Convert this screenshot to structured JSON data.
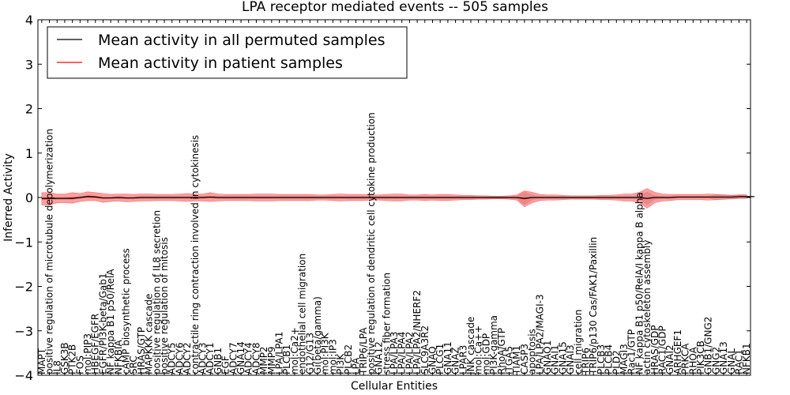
{
  "chart_data": {
    "type": "line",
    "title": "LPA receptor mediated events -- 505 samples",
    "xlabel": "Cellular Entities",
    "ylabel": "Inferred Activity",
    "ylim": [
      -4,
      4
    ],
    "yticks": [
      -4,
      -3,
      -2,
      -1,
      0,
      1,
      2,
      3,
      4
    ],
    "ytick_labels": [
      "−4",
      "−3",
      "−2",
      "−1",
      "0",
      "1",
      "2",
      "3",
      "4"
    ],
    "grid": false,
    "legend_position": "top-left",
    "categories": [
      "MAPT",
      "positive regulation of microtubule depolymerization",
      "IL8",
      "GSK3B",
      "PTK2B",
      "FOS",
      "mol:PIP3",
      "HBEGF/EGFR",
      "EGFR/PI3K-beta/Gab1",
      "NF kappa B1 p50/RelA",
      "NFKBIA",
      "cAMP biosynthetic process",
      "SRC",
      "HRAS/GTP",
      "MAPKKK cascade",
      "positive regulation of IL8 secretion",
      "positive regulation of mitosis",
      "ADCY5",
      "ADCY6",
      "ADCY2",
      "contractile ring contraction involved in cytokinesis",
      "ADCY3",
      "ADCY1",
      "GNB1",
      "EGF",
      "ADCY7",
      "GNA14",
      "ADCY4",
      "ADCY8",
      "MMP2",
      "MMP9",
      "LPA/LPA1",
      "PLCB1",
      "mol:Ca2+",
      "endothelial cell migration",
      "G12/G13",
      "Gi(beta/gamma)",
      "mol:PI3K",
      "mol:IP3",
      "PI3K",
      "PLCB2",
      "LPA",
      "TRIP6/LPA",
      "positive regulation of dendritic cell cytokine production",
      "GNA12",
      "stress fiber formation",
      "LPA/LPA3",
      "LPA/LPA4",
      "LPA/LPA2",
      "LPA/LPA2/NHERF2",
      "SLC9A3R2",
      "GNAQ",
      "PLCG1",
      "GNA11",
      "GNAZ",
      "LPAR3",
      "JNK cascade",
      "mol:Ca++",
      "mol:GDP",
      "PI3K-gamma",
      "RhoA/GTP",
      "ITGA5",
      "TIAM1",
      "CASP3",
      "apoptosis",
      "LPA/LPA2/MAGI-3",
      "GNAO1",
      "GNAI1",
      "GNA15",
      "GNAI3",
      "cell migration",
      "TRIP6",
      "TRIP6/p130 Cas/FAK1/Paxillin",
      "PLCB3",
      "PLCB4",
      "PLD2",
      "MAGI3",
      "Rac1/GTP",
      "NF kappa B1 p50/RelA/I kappa B alpha",
      "actin cytoskeleton assembly",
      "HRAS/GDP",
      "RAC1/GDP",
      "GNAI2",
      "ARHGEF1",
      "PRKCA",
      "RHOA",
      "PIK3CB",
      "GNB1/GNG2",
      "GNG2",
      "GNA13",
      "GNAL",
      "RAC1",
      "NFKB1"
    ],
    "series": [
      {
        "name": "Mean activity in all permuted samples",
        "color": "#000000",
        "values": [
          -0.02,
          -0.02,
          -0.02,
          -0.02,
          -0.02,
          0.0,
          0.02,
          0.01,
          -0.01,
          -0.01,
          0.0,
          -0.01,
          -0.01,
          0.0,
          0.0,
          0.0,
          0.0,
          0.0,
          0.0,
          0.0,
          0.0,
          0.0,
          0.01,
          0.0,
          0.0,
          0.0,
          0.0,
          0.0,
          0.0,
          0.0,
          0.0,
          0.0,
          0.0,
          0.0,
          0.0,
          0.0,
          0.0,
          0.0,
          0.0,
          0.0,
          0.0,
          0.0,
          0.0,
          0.0,
          0.0,
          0.0,
          0.0,
          0.0,
          0.0,
          0.0,
          0.0,
          0.0,
          0.0,
          0.0,
          0.0,
          0.0,
          0.0,
          0.0,
          0.0,
          0.0,
          0.0,
          0.0,
          0.0,
          -0.02,
          0.0,
          0.0,
          0.0,
          0.0,
          0.0,
          0.0,
          0.0,
          0.0,
          0.0,
          0.0,
          0.0,
          0.0,
          0.0,
          0.0,
          0.0,
          -0.02,
          0.0,
          0.0,
          0.0,
          0.01,
          0.01,
          0.01,
          0.01,
          0.01,
          0.01,
          0.01,
          0.01,
          0.02,
          0.02,
          0.02
        ]
      },
      {
        "name": "Mean activity in patient samples",
        "color": "#ff0000",
        "values": [
          -0.03,
          -0.03,
          -0.02,
          -0.02,
          -0.01,
          0.0,
          0.03,
          0.02,
          -0.01,
          -0.01,
          0.0,
          -0.01,
          -0.01,
          0.0,
          0.0,
          0.0,
          0.0,
          0.0,
          0.0,
          0.0,
          0.0,
          0.0,
          0.01,
          0.0,
          0.0,
          0.0,
          0.0,
          0.0,
          0.0,
          0.0,
          0.0,
          0.0,
          0.0,
          0.0,
          0.0,
          0.0,
          0.0,
          0.0,
          0.0,
          0.0,
          0.0,
          0.0,
          0.0,
          0.0,
          0.0,
          0.0,
          0.0,
          0.0,
          0.0,
          0.0,
          0.0,
          0.0,
          0.0,
          0.0,
          0.0,
          0.0,
          0.0,
          0.0,
          0.0,
          0.0,
          0.0,
          0.0,
          0.0,
          -0.03,
          0.0,
          0.0,
          0.0,
          0.0,
          0.0,
          0.0,
          0.0,
          0.0,
          0.0,
          0.0,
          0.0,
          0.0,
          0.0,
          0.0,
          0.0,
          -0.02,
          0.0,
          0.0,
          0.0,
          0.01,
          0.01,
          0.01,
          0.01,
          0.01,
          0.01,
          0.01,
          0.01,
          0.02,
          0.02,
          0.02
        ]
      }
    ],
    "patient_band_halfwidth": [
      0.14,
      0.14,
      0.1,
      0.1,
      0.12,
      0.09,
      0.1,
      0.09,
      0.1,
      0.08,
      0.08,
      0.09,
      0.08,
      0.08,
      0.08,
      0.07,
      0.07,
      0.07,
      0.08,
      0.09,
      0.08,
      0.08,
      0.1,
      0.08,
      0.07,
      0.07,
      0.07,
      0.07,
      0.08,
      0.08,
      0.08,
      0.07,
      0.07,
      0.07,
      0.07,
      0.07,
      0.06,
      0.06,
      0.07,
      0.08,
      0.07,
      0.07,
      0.07,
      0.06,
      0.06,
      0.07,
      0.08,
      0.08,
      0.06,
      0.06,
      0.07,
      0.06,
      0.07,
      0.07,
      0.06,
      0.05,
      0.05,
      0.04,
      0.04,
      0.03,
      0.03,
      0.04,
      0.06,
      0.18,
      0.12,
      0.07,
      0.06,
      0.06,
      0.05,
      0.04,
      0.04,
      0.04,
      0.04,
      0.05,
      0.05,
      0.06,
      0.08,
      0.08,
      0.12,
      0.22,
      0.12,
      0.08,
      0.07,
      0.06,
      0.06,
      0.06,
      0.06,
      0.07,
      0.06,
      0.05,
      0.04,
      0.04,
      0.04,
      0.04
    ],
    "permuted_band_halfwidth": [
      0.03,
      0.03,
      0.03,
      0.03,
      0.03,
      0.03,
      0.03,
      0.03,
      0.03,
      0.03,
      0.03,
      0.03,
      0.03,
      0.03,
      0.03,
      0.03,
      0.03,
      0.03,
      0.03,
      0.03,
      0.03,
      0.03,
      0.03,
      0.03,
      0.03,
      0.03,
      0.03,
      0.03,
      0.03,
      0.03,
      0.03,
      0.03,
      0.03,
      0.03,
      0.03,
      0.03,
      0.03,
      0.03,
      0.03,
      0.03,
      0.03,
      0.03,
      0.03,
      0.03,
      0.03,
      0.03,
      0.03,
      0.03,
      0.03,
      0.03,
      0.03,
      0.03,
      0.03,
      0.03,
      0.03,
      0.03,
      0.03,
      0.03,
      0.03,
      0.03,
      0.03,
      0.03,
      0.03,
      0.15,
      0.06,
      0.03,
      0.03,
      0.03,
      0.03,
      0.03,
      0.03,
      0.03,
      0.03,
      0.03,
      0.03,
      0.03,
      0.03,
      0.03,
      0.05,
      0.15,
      0.05,
      0.03,
      0.03,
      0.03,
      0.03,
      0.03,
      0.03,
      0.03,
      0.06,
      0.06,
      0.05,
      0.05,
      0.05,
      0.05
    ],
    "band_colors": {
      "patient": "#ff0000",
      "permuted": "#bdbdbd"
    }
  }
}
